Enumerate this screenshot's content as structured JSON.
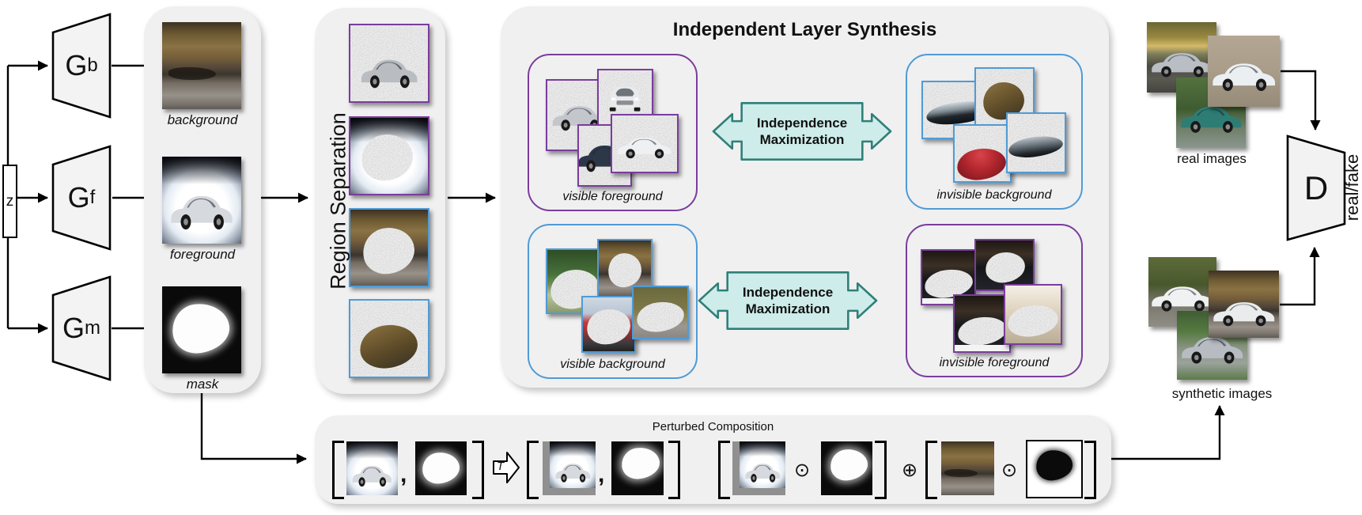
{
  "figure": {
    "latent": "z",
    "generators": [
      {
        "name": "G",
        "sub": "b"
      },
      {
        "name": "G",
        "sub": "f"
      },
      {
        "name": "G",
        "sub": "m"
      }
    ],
    "layers": {
      "captions": [
        "background",
        "foreground",
        "mask"
      ]
    },
    "region_separation": {
      "title": "Region Separation"
    },
    "ils": {
      "title": "Independent Layer Synthesis",
      "independence_arrow": {
        "line1": "Independence",
        "line2": "Maximization"
      },
      "boxes": [
        {
          "caption": "visible foreground",
          "border": "purple"
        },
        {
          "caption": "invisible background",
          "border": "blue"
        },
        {
          "caption": "visible background",
          "border": "blue"
        },
        {
          "caption": "invisible foreground",
          "border": "purple"
        }
      ]
    },
    "composition": {
      "title": "Perturbed Composition",
      "transform": "T",
      "comma": ",",
      "odot": "⊙",
      "oplus": "⊕"
    },
    "real_images_label": "real images",
    "synthetic_images_label": "synthetic images",
    "discriminator": {
      "name": "D",
      "output": "real/fake"
    }
  },
  "colors": {
    "purple": "#7a3d9c",
    "blue": "#4f9bd6",
    "teal_fill": "#cdecea",
    "teal_stroke": "#2f7f78",
    "panel_gray": "#f0f0f1"
  }
}
